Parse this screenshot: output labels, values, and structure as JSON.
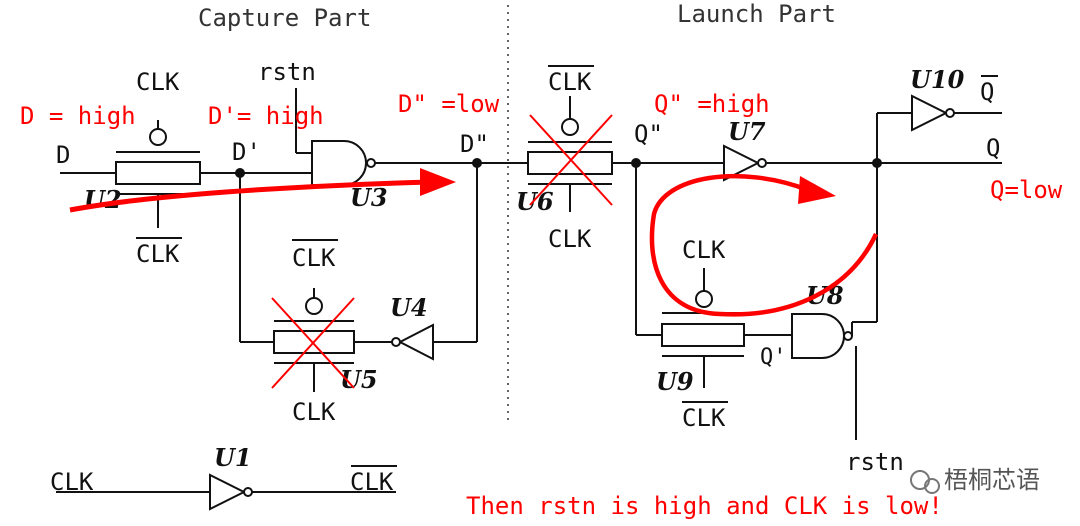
{
  "sections": {
    "capture": "Capture Part",
    "launch": "Launch Part"
  },
  "signals": {
    "clk": "CLK",
    "clk_bar": "CLK",
    "rstn": "rstn",
    "d": "D",
    "d_prime": "D'",
    "d_dprime": "D\"",
    "q_dprime": "Q\"",
    "q": "Q",
    "q_bar": "Q",
    "q_prime": "Q'"
  },
  "units": {
    "u1": "U1",
    "u2": "U2",
    "u3": "U3",
    "u4": "U4",
    "u5": "U5",
    "u6": "U6",
    "u7": "U7",
    "u8": "U8",
    "u9": "U9",
    "u10": "U10"
  },
  "annotations": {
    "d_high": "D = high",
    "dp_high": "D'= high",
    "ddp_low": "D\" =low",
    "qdp_high": "Q\" =high",
    "q_low": "Q=low",
    "caption": "Then rstn is high and CLK is low!"
  },
  "watermark": "梧桐芯语",
  "colors": {
    "annotation": "#ff0000",
    "line": "#111111"
  }
}
